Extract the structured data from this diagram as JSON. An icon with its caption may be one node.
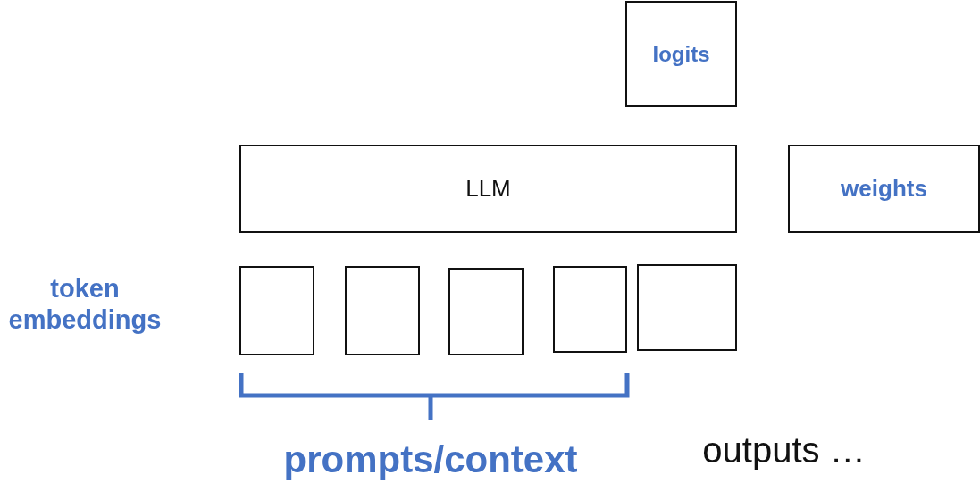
{
  "diagram": {
    "nodes": [
      {
        "text": [
          "logits"
        ]
      },
      {
        "text": [
          "LLM"
        ]
      },
      {
        "text": [
          "weights"
        ]
      },
      {
        "text": [],
        "shape": "box"
      },
      {
        "text": [],
        "shape": "box"
      },
      {
        "text": [],
        "shape": "box"
      },
      {
        "text": [],
        "shape": "box"
      },
      {
        "text": [],
        "shape": "box"
      }
    ],
    "edges": [],
    "labels": [
      "token embeddings",
      "prompts/context",
      "outputs …"
    ]
  }
}
